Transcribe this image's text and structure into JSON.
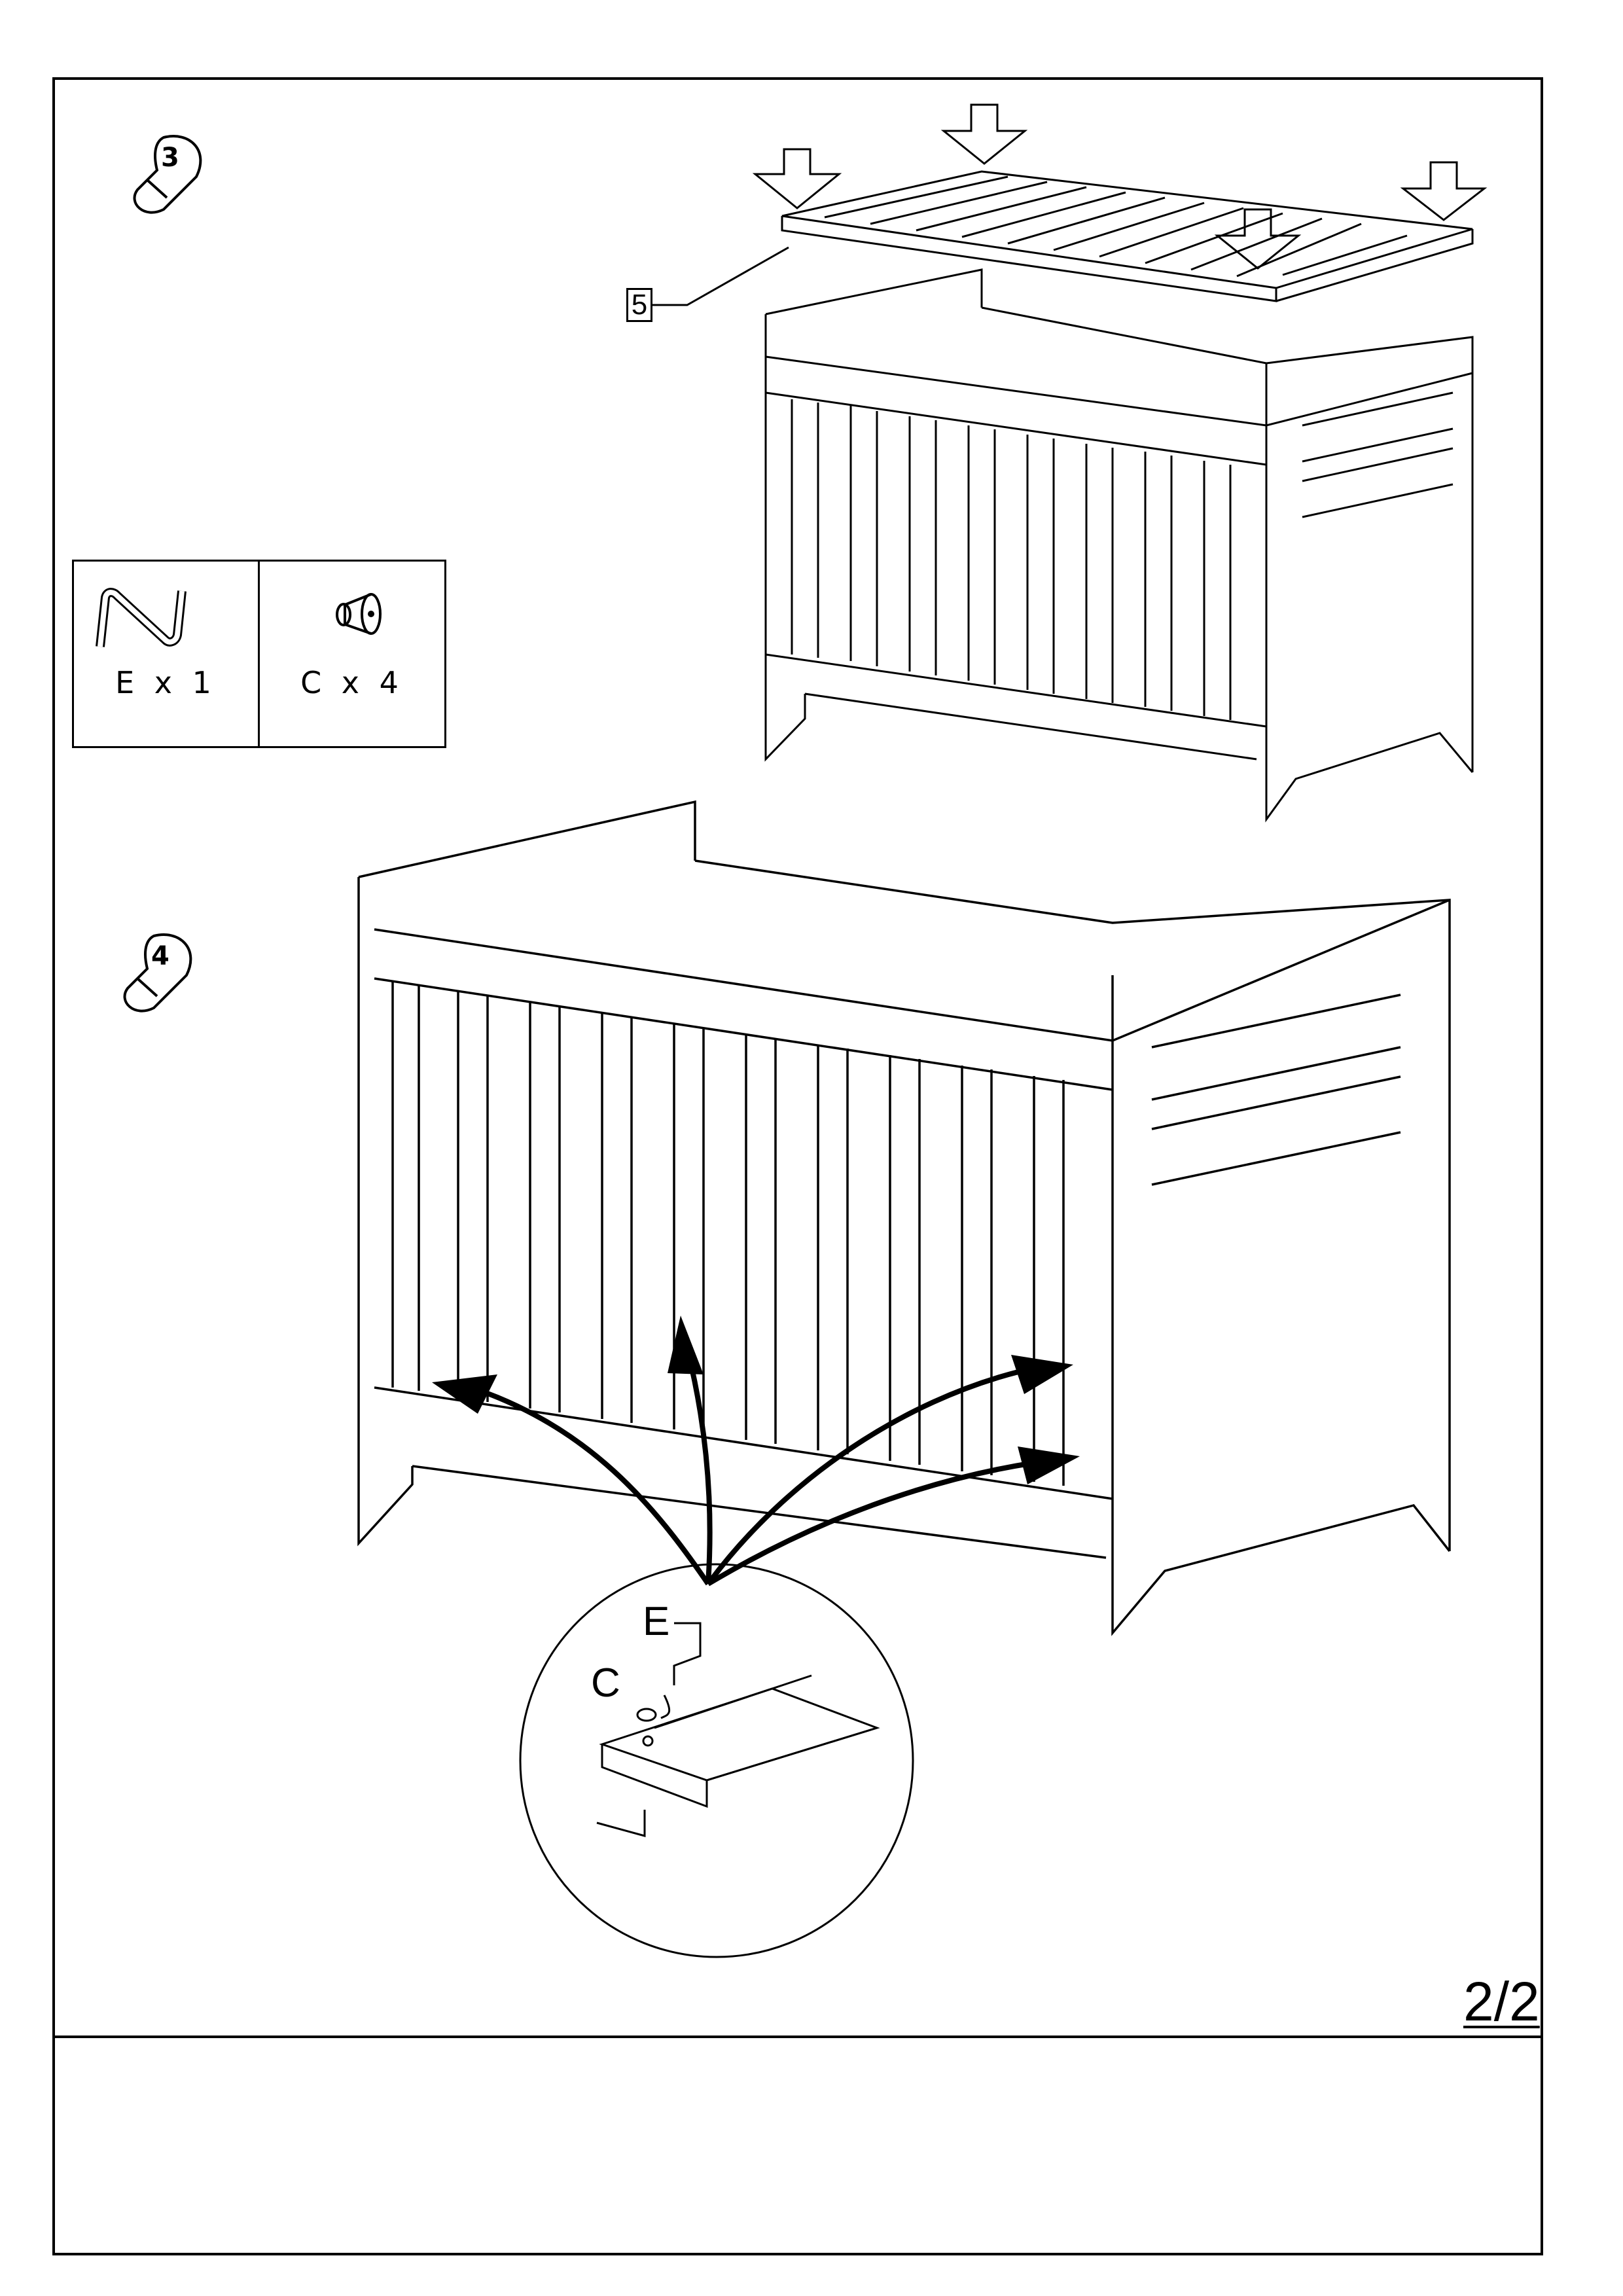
{
  "steps": [
    {
      "number": "3",
      "icon": "footprint-icon"
    },
    {
      "number": "4",
      "icon": "footprint-icon"
    }
  ],
  "parts": [
    {
      "label": "E x 1",
      "icon": "allen-key-icon"
    },
    {
      "label": "C x 4",
      "icon": "cam-bolt-icon"
    }
  ],
  "callout": {
    "label": "5"
  },
  "detail": {
    "label_e": "E",
    "label_c": "C"
  },
  "footer": {
    "page_number": "2/2"
  }
}
